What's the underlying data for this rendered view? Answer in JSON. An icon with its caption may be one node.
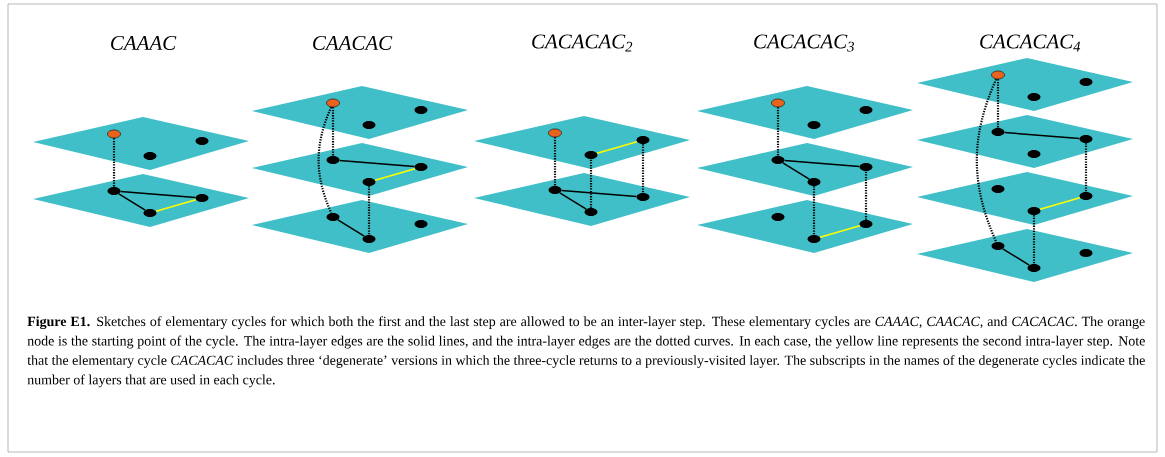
{
  "diagram": {
    "caption": "**Figure E1.** Sketches of elementary cycles for which both the first and the last step are allowed to be an inter-layer step. These elementary cycles are *CAAAC*, *CAACAC*, and *CACACAC*. The orange node is the starting point of the cycle. The intra-layer edges are the solid lines, and the intra-layer edges are the dotted curves. In each case, the yellow line represents the second intra-layer step. Note that the elementary cycle *CACACAC* includes three ‘degenerate’ versions in which the three-cycle returns to a previously-visited layer. The subscripts in the names of the degenerate cycles indicate the number of layers that are used in each cycle.",
    "nodes": [
      {
        "text": [],
        "shape": "circle"
      },
      {
        "text": [],
        "shape": "circle"
      },
      {
        "text": [],
        "shape": "circle"
      },
      {
        "text": [],
        "shape": "circle"
      },
      {
        "text": [],
        "shape": "circle"
      },
      {
        "text": [],
        "shape": "circle"
      },
      {
        "text": [],
        "shape": "circle"
      },
      {
        "text": [],
        "shape": "circle"
      },
      {
        "text": [],
        "shape": "circle"
      },
      {
        "text": [],
        "shape": "circle"
      },
      {
        "text": [],
        "shape": "circle"
      },
      {
        "text": [],
        "shape": "circle"
      },
      {
        "text": [],
        "shape": "circle"
      },
      {
        "text": [],
        "shape": "circle"
      },
      {
        "text": [],
        "shape": "circle"
      },
      {
        "text": [],
        "shape": "circle"
      },
      {
        "text": [],
        "shape": "circle"
      },
      {
        "text": [],
        "shape": "circle"
      },
      {
        "text": [],
        "shape": "circle"
      },
      {
        "text": [],
        "shape": "circle"
      },
      {
        "text": [],
        "shape": "circle"
      },
      {
        "text": [],
        "shape": "circle"
      },
      {
        "text": [],
        "shape": "circle"
      },
      {
        "text": [],
        "shape": "circle"
      },
      {
        "text": [],
        "shape": "circle"
      },
      {
        "text": [],
        "shape": "circle"
      },
      {
        "text": [],
        "shape": "circle"
      },
      {
        "text": [],
        "shape": "circle"
      },
      {
        "text": [],
        "shape": "circle"
      },
      {
        "text": [],
        "shape": "circle"
      },
      {
        "text": [],
        "shape": "circle"
      },
      {
        "text": [],
        "shape": "circle"
      },
      {
        "text": [],
        "shape": "circle"
      },
      {
        "text": [],
        "shape": "circle"
      },
      {
        "text": [],
        "shape": "circle"
      },
      {
        "text": [],
        "shape": "circle"
      },
      {
        "text": [],
        "shape": "circle"
      },
      {
        "text": [],
        "shape": "circle"
      },
      {
        "text": [],
        "shape": "circle"
      },
      {
        "text": [],
        "shape": "circle"
      },
      {
        "text": [],
        "shape": "circle"
      },
      {
        "text": [],
        "shape": "circle"
      }
    ],
    "edges": [
      {
        "from": 0,
        "to": 3,
        "arrow": "none",
        "style": "dashed"
      },
      {
        "from": 3,
        "to": 4,
        "arrow": "none"
      },
      {
        "from": 3,
        "to": 5,
        "arrow": "none"
      },
      {
        "from": 5,
        "to": 4,
        "arrow": "none",
        "color": "#ffff00"
      },
      {
        "from": 6,
        "to": 9,
        "arrow": "none",
        "style": "dashed"
      },
      {
        "from": 9,
        "to": 10,
        "arrow": "none"
      },
      {
        "from": 10,
        "to": 11,
        "arrow": "none",
        "color": "#ffff00"
      },
      {
        "from": 11,
        "to": 14,
        "arrow": "none",
        "style": "dashed"
      },
      {
        "from": 14,
        "to": 12,
        "arrow": "none"
      },
      {
        "from": 6,
        "to": 12,
        "arrow": "none",
        "style": "dashed"
      },
      {
        "from": 15,
        "to": 18,
        "arrow": "none",
        "style": "dashed"
      },
      {
        "from": 18,
        "to": 19,
        "arrow": "none"
      },
      {
        "from": 18,
        "to": 20,
        "arrow": "none"
      },
      {
        "from": 20,
        "to": 17,
        "arrow": "none",
        "style": "dashed"
      },
      {
        "from": 17,
        "to": 16,
        "arrow": "none",
        "color": "#ffff00"
      },
      {
        "from": 16,
        "to": 19,
        "arrow": "none",
        "style": "dashed"
      },
      {
        "from": 21,
        "to": 24,
        "arrow": "none",
        "style": "dashed"
      },
      {
        "from": 24,
        "to": 25,
        "arrow": "none"
      },
      {
        "from": 24,
        "to": 26,
        "arrow": "none"
      },
      {
        "from": 26,
        "to": 29,
        "arrow": "none",
        "style": "dashed"
      },
      {
        "from": 29,
        "to": 28,
        "arrow": "none",
        "color": "#ffff00"
      },
      {
        "from": 28,
        "to": 25,
        "arrow": "none",
        "style": "dashed"
      },
      {
        "from": 30,
        "to": 33,
        "arrow": "none",
        "style": "dashed"
      },
      {
        "from": 33,
        "to": 34,
        "arrow": "none"
      },
      {
        "from": 34,
        "to": 37,
        "arrow": "none",
        "style": "dashed"
      },
      {
        "from": 37,
        "to": 38,
        "arrow": "none",
        "color": "#ffff00"
      },
      {
        "from": 38,
        "to": 41,
        "arrow": "none",
        "style": "dashed"
      },
      {
        "from": 41,
        "to": 39,
        "arrow": "none"
      },
      {
        "from": 30,
        "to": 39,
        "arrow": "none",
        "style": "dashed"
      }
    ],
    "labels": [
      "CAAAC",
      "CAACAC",
      "CACACAC$_{2}$",
      "CACACAC$_{3}$",
      "CACACAC$_{4}$"
    ]
  }
}
